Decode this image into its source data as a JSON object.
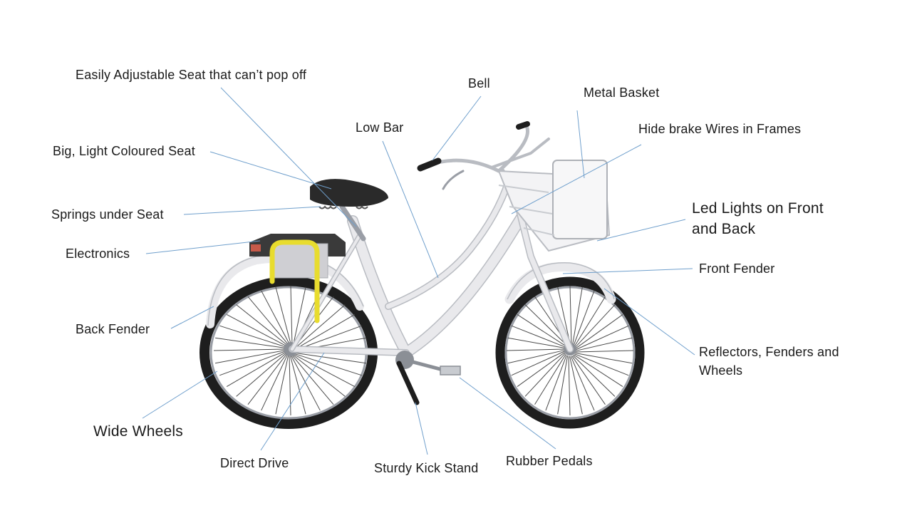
{
  "labels": {
    "seat_adjust": "Easily Adjustable Seat that can’t pop off",
    "bell": "Bell",
    "basket": "Metal Basket",
    "low_bar": "Low Bar",
    "brake_wires": "Hide brake Wires in Frames",
    "big_seat": "Big, Light Coloured Seat",
    "led_lights": "Led Lights on Front and Back",
    "springs": "Springs under Seat",
    "electronics": "Electronics",
    "front_fender": "Front Fender",
    "back_fender": "Back Fender",
    "reflectors": "Reflectors, Fenders and Wheels",
    "wide_wheels": "Wide Wheels",
    "direct_drive": "Direct Drive",
    "kick_stand": "Sturdy Kick Stand",
    "rubber_pedals": "Rubber Pedals"
  },
  "colors": {
    "leader": "#6f9fcc",
    "frame": "#e9e9ec",
    "frame_edge": "#b9bcc2",
    "tire": "#1e1e1e",
    "rim": "#9a9ea6",
    "saddle": "#2a2a2a",
    "lock": "#e8dc2e"
  }
}
